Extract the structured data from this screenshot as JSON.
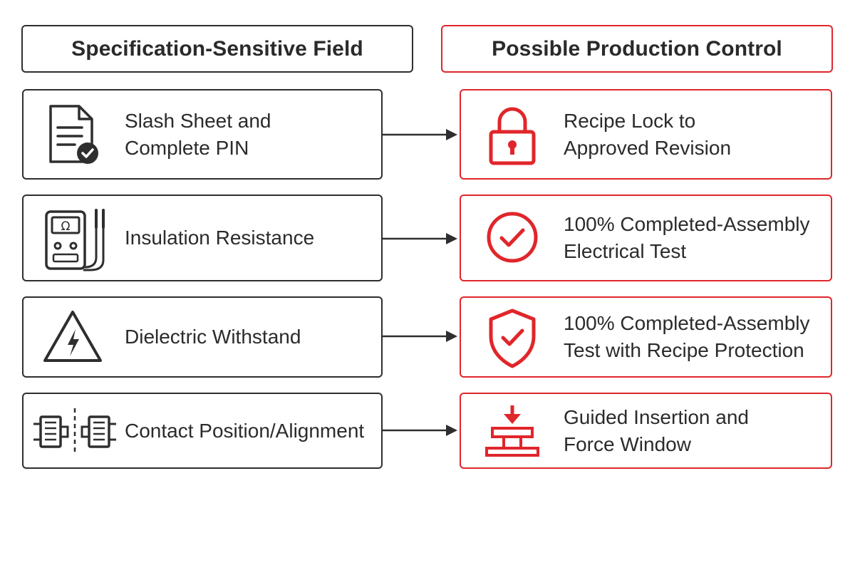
{
  "headers": {
    "left": "Specification-Sensitive Field",
    "right": "Possible Production Control"
  },
  "rows": [
    {
      "field": {
        "line1": "Slash Sheet and",
        "line2": "Complete PIN",
        "icon": "document-check-icon"
      },
      "control": {
        "line1": "Recipe Lock to",
        "line2": "Approved Revision",
        "icon": "padlock-icon"
      }
    },
    {
      "field": {
        "line1": "Insulation Resistance",
        "line2": "",
        "icon": "ohmmeter-icon"
      },
      "control": {
        "line1": "100% Completed-Assembly",
        "line2": "Electrical Test",
        "icon": "check-circle-icon"
      }
    },
    {
      "field": {
        "line1": "Dielectric Withstand",
        "line2": "",
        "icon": "high-voltage-warning-icon"
      },
      "control": {
        "line1": "100% Completed-Assembly",
        "line2": "Test with Recipe Protection",
        "icon": "shield-check-icon"
      }
    },
    {
      "field": {
        "line1": "Contact Position/Alignment",
        "line2": "",
        "icon": "connector-alignment-icon"
      },
      "control": {
        "line1": "Guided Insertion and",
        "line2": "Force Window",
        "icon": "press-insertion-icon"
      }
    }
  ],
  "colors": {
    "dark": "#2e2e2e",
    "accent_red": "#e0262b"
  }
}
